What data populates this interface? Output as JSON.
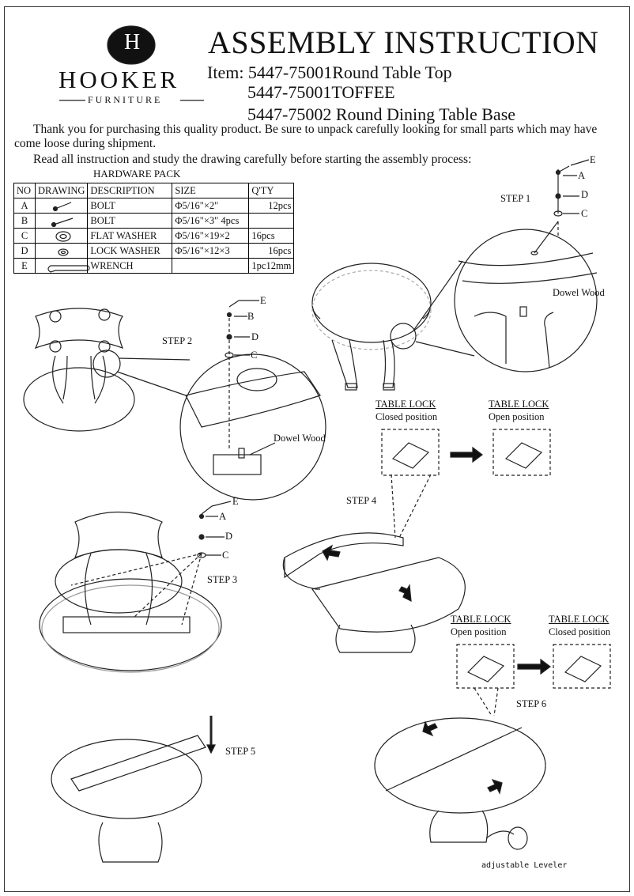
{
  "brand": {
    "name": "HOOKER",
    "sub": "FURNITURE",
    "monogram": "H"
  },
  "title": "ASSEMBLY INSTRUCTION",
  "items": [
    "Item: 5447-75001Round Table Top",
    "5447-75001TOFFEE",
    "5447-75002 Round Dining Table Base"
  ],
  "intro": [
    "Thank you for purchasing this quality product. Be sure to unpack carefully looking for small parts which may have come loose during shipment.",
    "Read all instruction and study the drawing carefully before starting the assembly process:"
  ],
  "hardware": {
    "heading": "HARDWARE PACK",
    "headers": [
      "NO",
      "DRAWING",
      "DESCRIPTION",
      "SIZE",
      "Q'TY"
    ],
    "rows": [
      {
        "no": "A",
        "desc": "BOLT",
        "size": "Φ5/16\"×2\"",
        "qty": "12pcs"
      },
      {
        "no": "B",
        "desc": "BOLT",
        "size": "Φ5/16\"×3\" 4pcs",
        "qty": ""
      },
      {
        "no": "C",
        "desc": "FLAT WASHER",
        "size": "Φ5/16\"×19×2",
        "qty": "16pcs"
      },
      {
        "no": "D",
        "desc": "LOCK WASHER",
        "size": "Φ5/16\"×12×3",
        "qty": "16pcs"
      },
      {
        "no": "E",
        "desc": "WRENCH",
        "size": "",
        "qty": "1pc12mm"
      }
    ]
  },
  "steps": {
    "s1": "STEP 1",
    "s2": "STEP 2",
    "s3": "STEP 3",
    "s4": "STEP 4",
    "s5": "STEP 5",
    "s6": "STEP 6"
  },
  "letters": {
    "a": "A",
    "b": "B",
    "c": "C",
    "d": "D",
    "e": "E"
  },
  "labels": {
    "dowel": "Dowel Wood",
    "leveler": "adjustable Leveler"
  },
  "locks": {
    "title": "TABLE LOCK",
    "closed": "Closed position",
    "open": "Open position"
  }
}
